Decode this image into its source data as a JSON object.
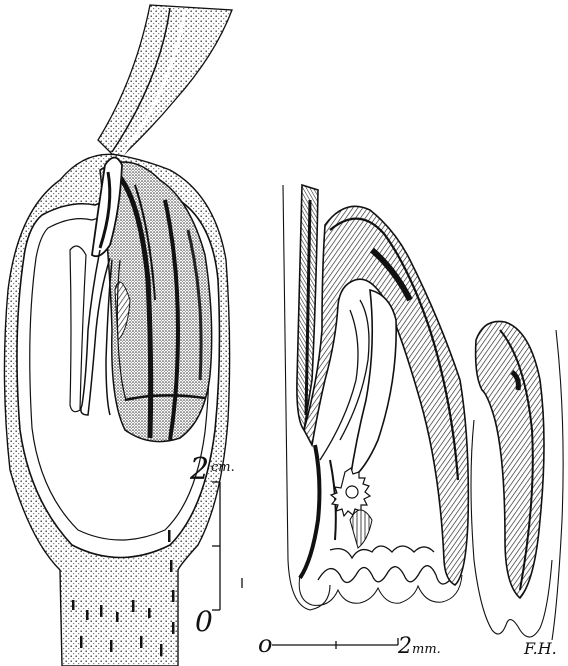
{
  "figure": {
    "left_scale": {
      "top_label": "2",
      "top_unit": "cm.",
      "bottom_label": "0"
    },
    "right_scale": {
      "left_label": "o",
      "right_label": "2",
      "unit": "mm."
    },
    "signature": "F.H."
  },
  "colors": {
    "ink": "#111111",
    "paper": "#ffffff",
    "stipple": "#555555"
  }
}
